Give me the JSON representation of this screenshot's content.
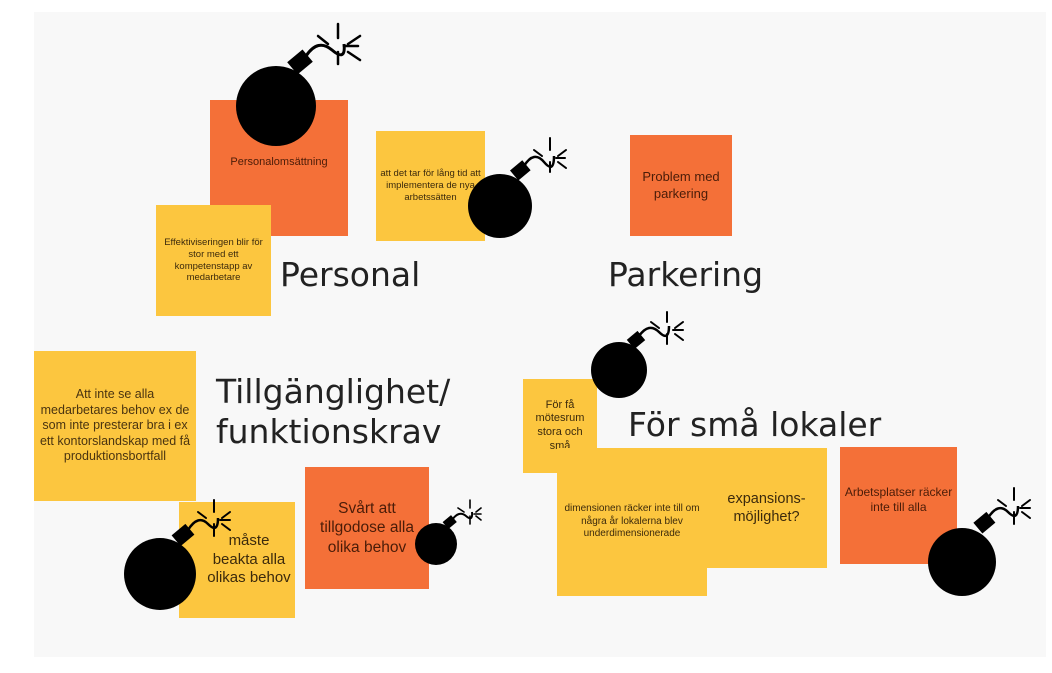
{
  "colors": {
    "yellow": "#fcc63f",
    "orange": "#f47038",
    "bomb": "#000000",
    "text": "#222222"
  },
  "headings": {
    "personal": "Personal",
    "parkering": "Parkering",
    "tillganglighet_line1": "Tillgänglighet/",
    "tillganglighet_line2": "funktionskrav",
    "sma_lokaler": "För små lokaler"
  },
  "notes": {
    "personalomsattning": "Personalomsättning",
    "effektiviseringen": "Effektiviseringen blir för stor med ett kompetenstapp av medarbetare",
    "implementera": "att det tar för lång tid att implementera de nya arbetssätten",
    "parkering_problem": "Problem med parkering",
    "medarbetares_behov": "Att inte se alla medarbetares behov ex de som inte presterar bra i ex ett kontorslandskap med få produktionsbortfall",
    "maste_beakta": "måste beakta alla olikas behov",
    "tillgodose": "Svårt att tillgodose alla olika behov",
    "motesrum": "För få mötesrum stora och små",
    "dimensionen": "dimensionen räcker inte till om några år lokalerna blev underdimensionerade",
    "expansion": "expansions-möjlighet?",
    "arbetsplatser": "Arbetsplatser räcker inte till alla"
  },
  "icons": {
    "bomb": "bomb-icon"
  }
}
